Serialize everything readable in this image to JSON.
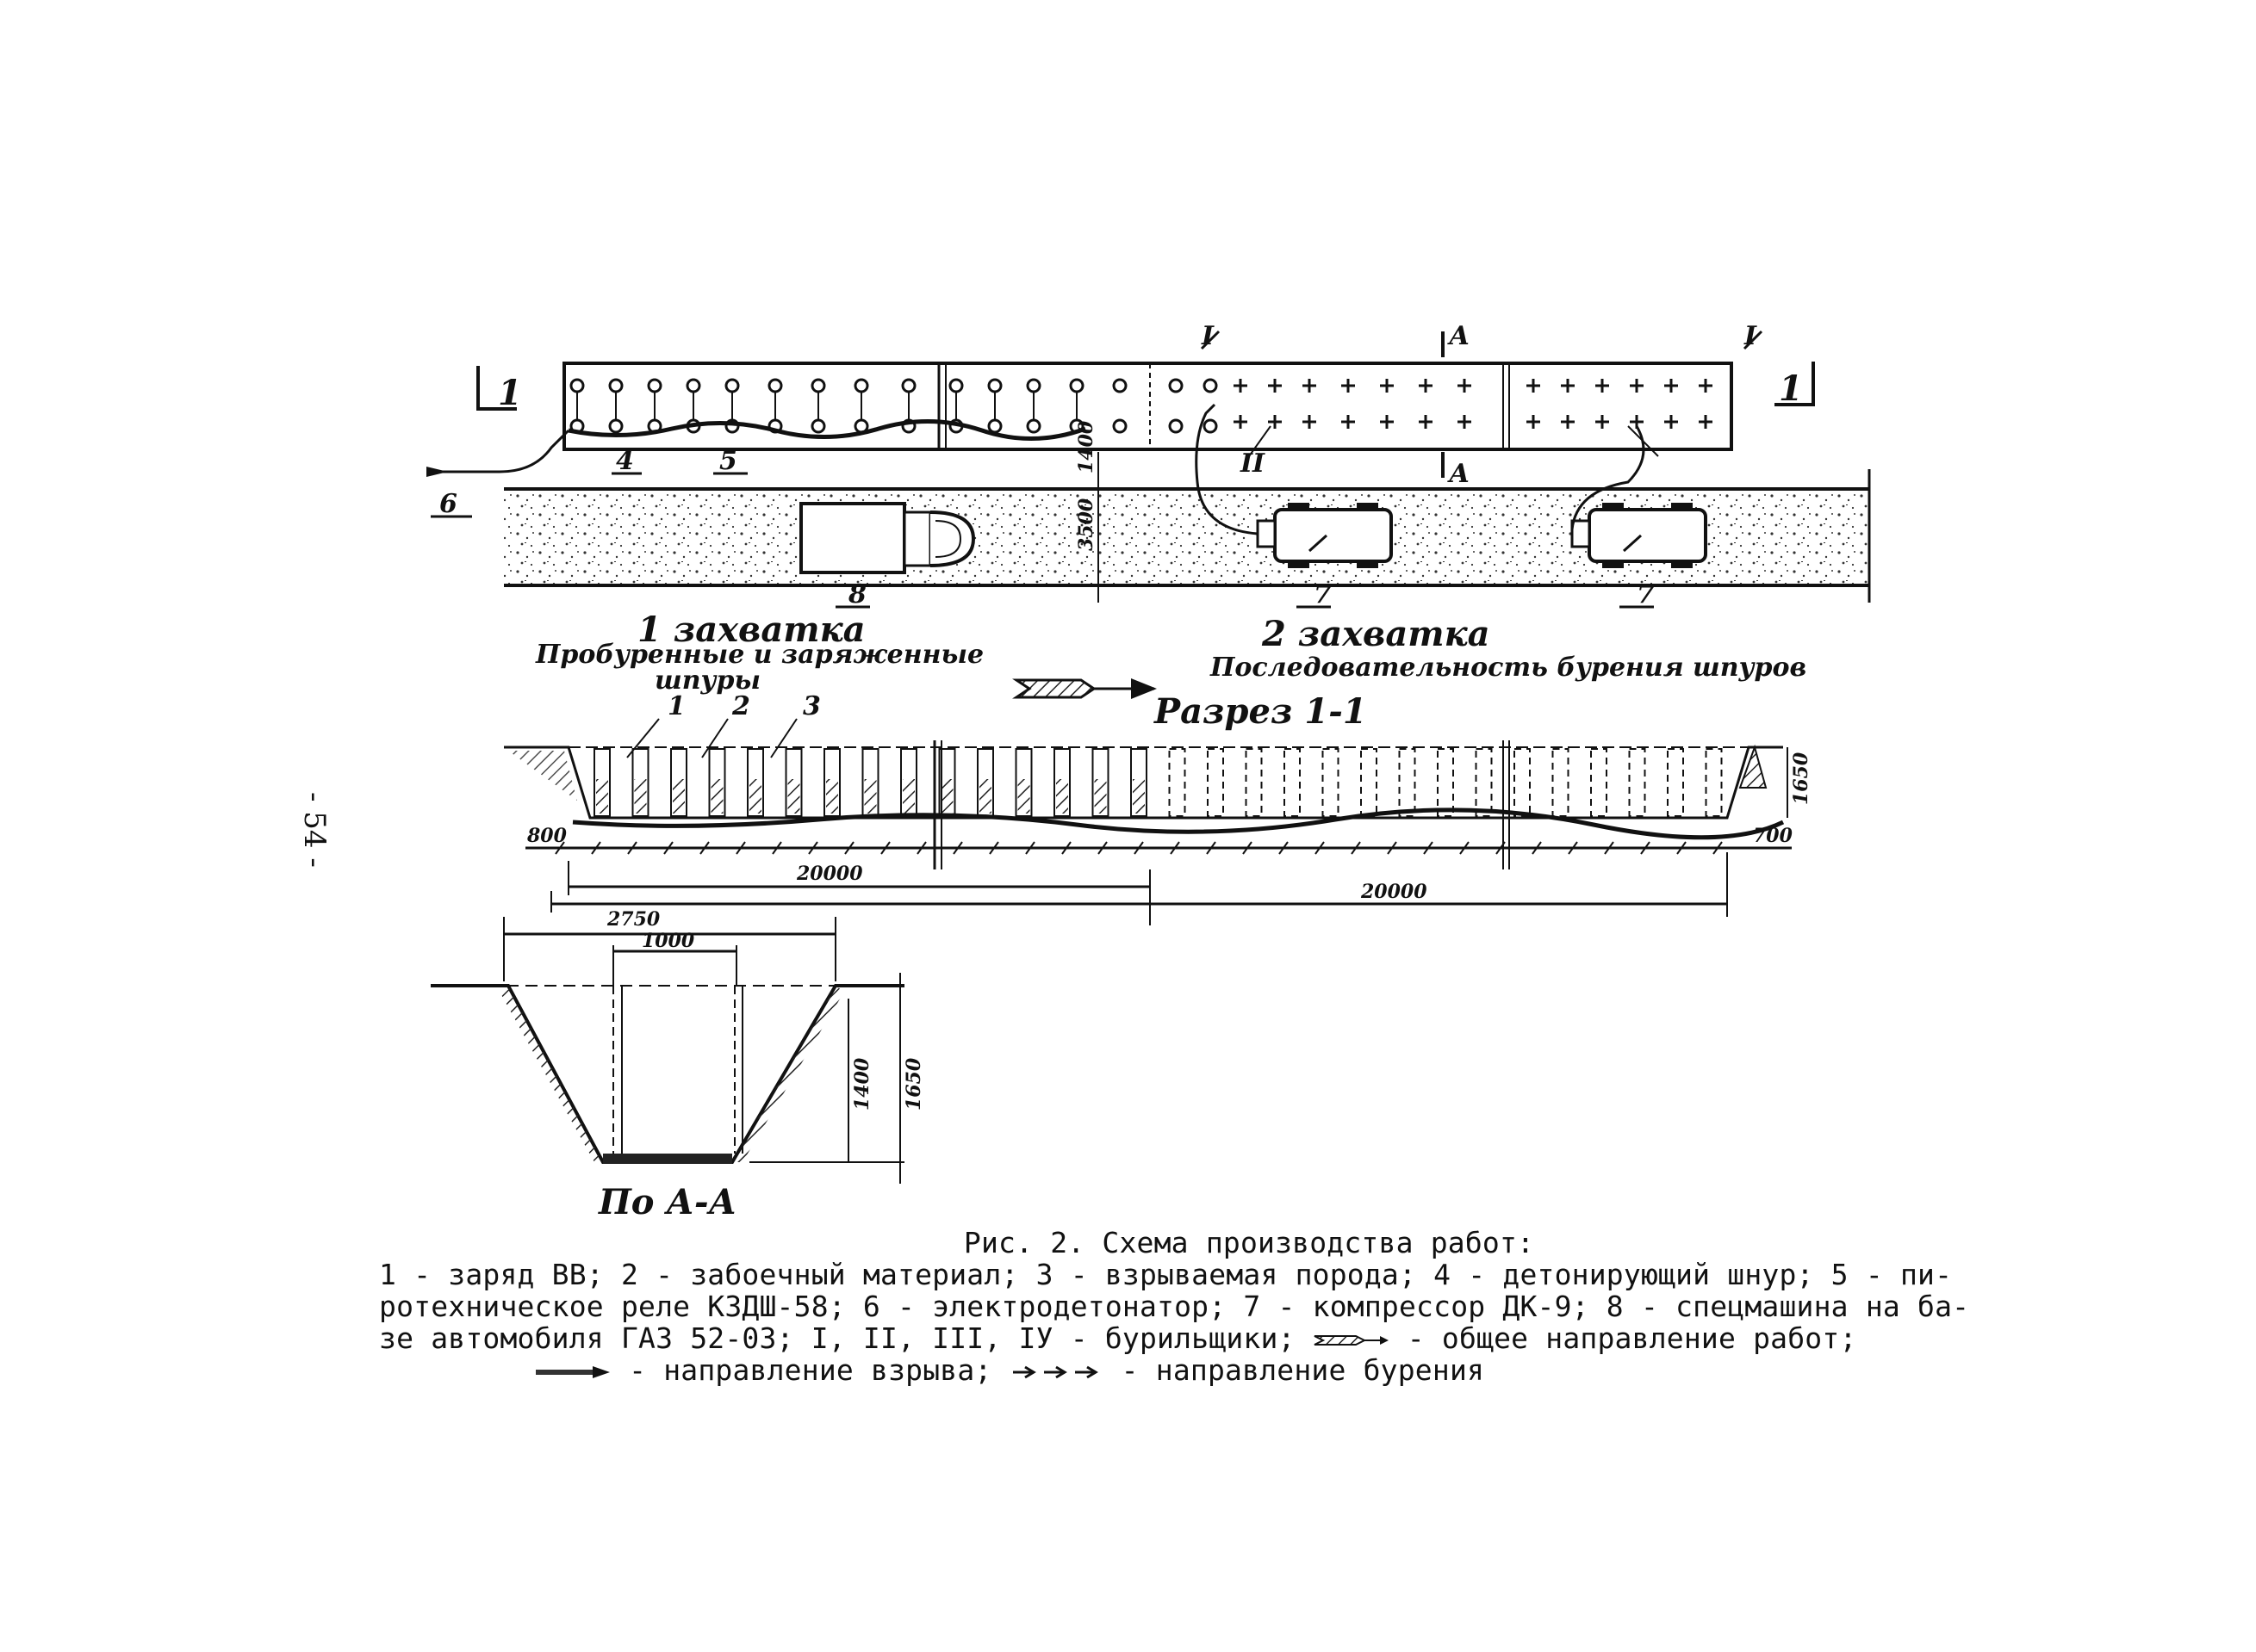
{
  "page_number": "- 54 -",
  "plan_view": {
    "section_marks": {
      "left": "1",
      "right": "1"
    },
    "cut_marks": {
      "top": "А",
      "bottom": "А"
    },
    "axis_mark": "І",
    "callouts": {
      "charge_line": "4",
      "relay": "5",
      "detonator": "6",
      "compressor_1": "7",
      "compressor_2": "7",
      "truck": "8",
      "driller_2": "ІІ"
    },
    "road_width_dim": "1400",
    "road_width_dim2": "3500"
  },
  "stage_labels": {
    "stage1_title": "1 захватка",
    "stage1_line1": "Пробуренные и заряженные",
    "stage1_line2": "шпуры",
    "stage2_title": "2 захватка",
    "stage2_line1": "Последовательность бурения шпуров",
    "section_title": "Разрез 1-1"
  },
  "section_view": {
    "callouts": [
      "1",
      "2",
      "3"
    ],
    "spacing_dims": [
      "800",
      "700"
    ],
    "span_left": "20000",
    "span_right": "20000",
    "height_dim": "1650"
  },
  "cross_section": {
    "top_width": "2750",
    "bottom_width": "1000",
    "depth_inner": "1400",
    "depth_outer": "1650",
    "label": "По А-А"
  },
  "caption": {
    "title": "Рис. 2. Схема производства работ:",
    "line1": "1 - заряд ВВ; 2 - забоечный материал; 3 - взрываемая порода; 4 - детонирующий шнур; 5 - пи-",
    "line2": "ротехническое реле КЗДШ-58; 6 - электродетонатор; 7 - компрессор ДК-9; 8 - спецмашина на ба-",
    "line3": "зе автомобиля ГАЗ 52-03; І, ІІ, ІІІ, ІУ - бурильщики;",
    "line3_tail": "- общее направление  работ;",
    "line4_a": "- направление взрыва;",
    "line4_b": "- направление бурения"
  }
}
